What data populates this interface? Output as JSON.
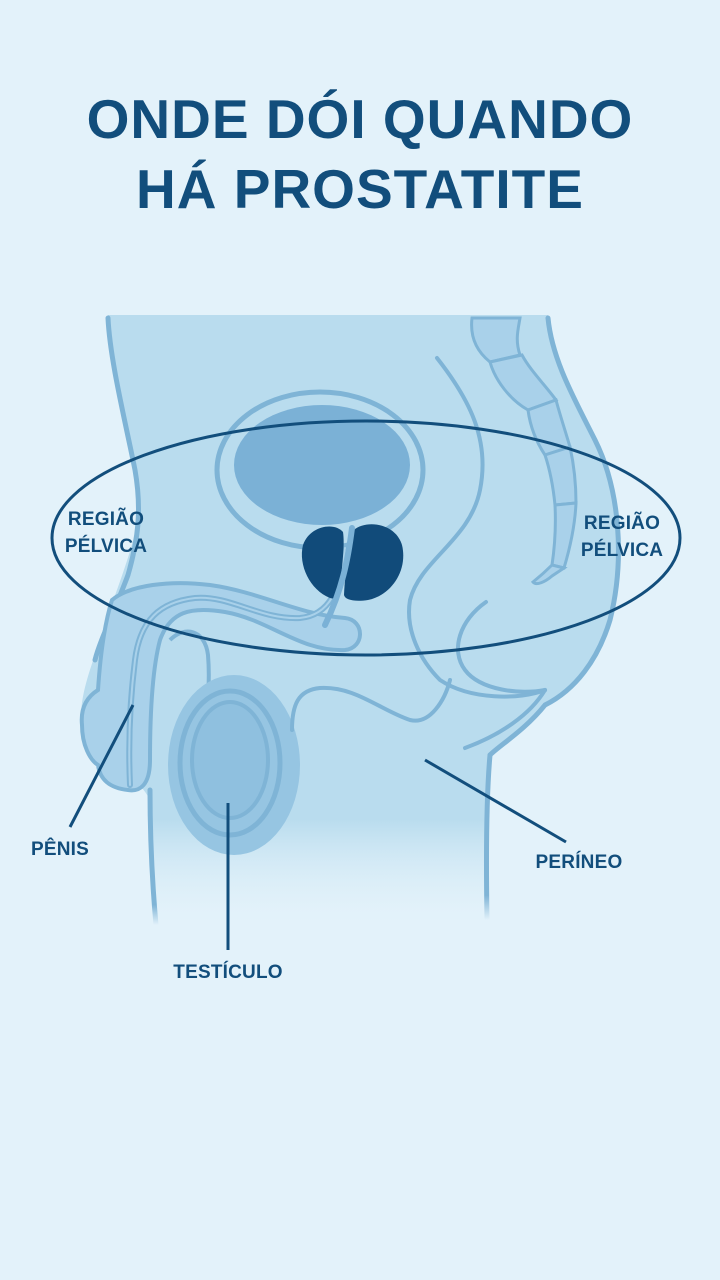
{
  "title": {
    "line1": "ONDE DÓI QUANDO",
    "line2": "HÁ PROSTATITE"
  },
  "labels": {
    "pelvic_left": {
      "line1": "REGIÃO",
      "line2": "PÉLVICA"
    },
    "pelvic_right": {
      "line1": "REGIÃO",
      "line2": "PÉLVICA"
    },
    "penis": "PÊNIS",
    "testicle": "TESTÍCULO",
    "perineum": "PERÍNEO"
  },
  "colors": {
    "background": "#e3f2fa",
    "body_fill": "#b9dcee",
    "outline": "#7fb4d6",
    "bladder": "#7bb1d6",
    "prostate": "#114b7a",
    "text": "#124e7c",
    "pain_ellipse": "#124e7c"
  }
}
